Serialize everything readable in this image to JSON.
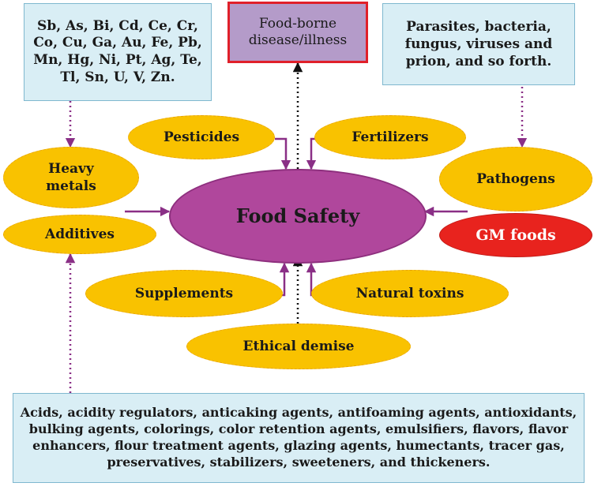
{
  "metals_box": {
    "lines": [
      "Sb, As, Bi, Cd, Ce, Cr,",
      "Co, Cu, Ga, Au, Fe, Pb,",
      "Mn, Hg, Ni, Pt, Ag, Te,",
      "Tl, Sn, U, V, Zn."
    ]
  },
  "outcome_box": {
    "lines": [
      "Food-borne",
      "disease/illness"
    ]
  },
  "pathogen_box": {
    "lines": [
      "Parasites, bacteria,",
      "fungus, viruses and",
      "prion, and so forth."
    ]
  },
  "additives_box": {
    "lines": [
      "Acids, acidity regulators,   anticaking agents, antifoaming agents, antioxidants,",
      "bulking agents, colorings, color retention agents, emulsifiers, flavors, flavor",
      "enhancers, flour treatment agents, glazing agents, humectants, tracer gas,",
      "preservatives, stabilizers, sweeteners, and thickeners."
    ]
  },
  "nodes": {
    "center": "Food Safety",
    "pesticides": "Pesticides",
    "fertilizers": "Fertilizers",
    "heavy_metals": [
      "Heavy",
      "metals"
    ],
    "pathogens": "Pathogens",
    "additives": "Additives",
    "gm_foods": "GM foods",
    "supplements": "Supplements",
    "natural_toxins": "Natural toxins",
    "ethical_demise": "Ethical demise"
  },
  "colors": {
    "center_fill": "#b0479c",
    "ellipse_fill": "#f9c200",
    "gm_fill": "#e8231e",
    "outcome_fill": "#b49bc9",
    "outcome_border": "#e0202a",
    "info_box_fill": "#d9eef5",
    "arrow": "#8a2f86"
  }
}
